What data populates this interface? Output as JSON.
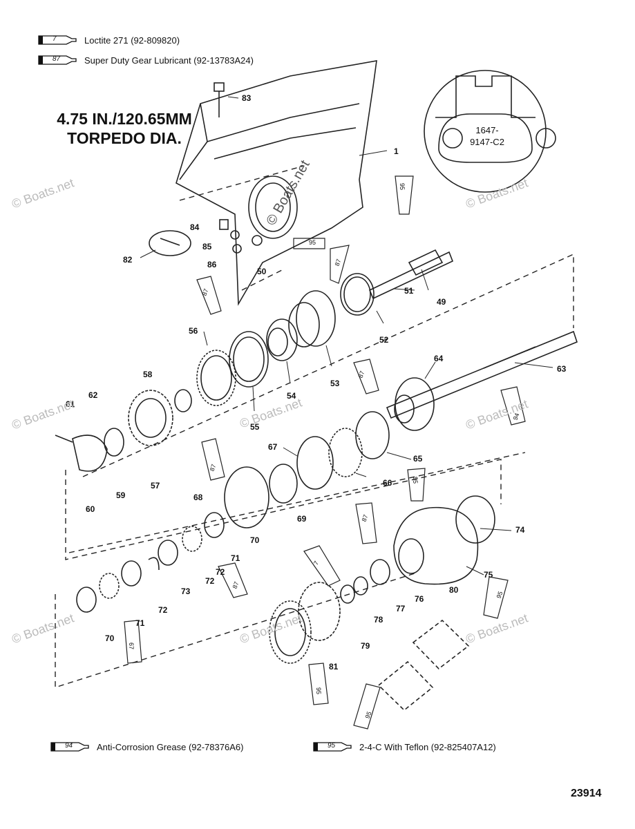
{
  "legend_top": [
    {
      "num": "7",
      "text": "Loctite 271 (92-809820)"
    },
    {
      "num": "87",
      "text": "Super Duty Gear Lubricant (92-13783A24)"
    }
  ],
  "legend_bottom": [
    {
      "num": "94",
      "text": "Anti-Corrosion Grease (92-78376A6)"
    },
    {
      "num": "95",
      "text": "2-4-C With Teflon (92-825407A12)"
    }
  ],
  "heading": {
    "line1": "4.75 IN./120.65MM",
    "line2": "TORPEDO DIA."
  },
  "inset_code": {
    "line1": "1647-",
    "line2": "9147-C2"
  },
  "figure_number": "23914",
  "watermark": "© Boats.net",
  "callouts": [
    "83",
    "1",
    "84",
    "85",
    "86",
    "82",
    "50",
    "95",
    "95",
    "87",
    "87",
    "87",
    "49",
    "51",
    "52",
    "53",
    "54",
    "55",
    "56",
    "58",
    "62",
    "61",
    "60",
    "59",
    "57",
    "87",
    "87",
    "64",
    "63",
    "94",
    "67",
    "66",
    "65",
    "68",
    "69",
    "70",
    "71",
    "72",
    "73",
    "72",
    "87",
    "74",
    "95",
    "87",
    "75",
    "7",
    "76",
    "77",
    "80",
    "70",
    "71",
    "72",
    "67",
    "79",
    "78",
    "81",
    "95",
    "95",
    "95"
  ]
}
